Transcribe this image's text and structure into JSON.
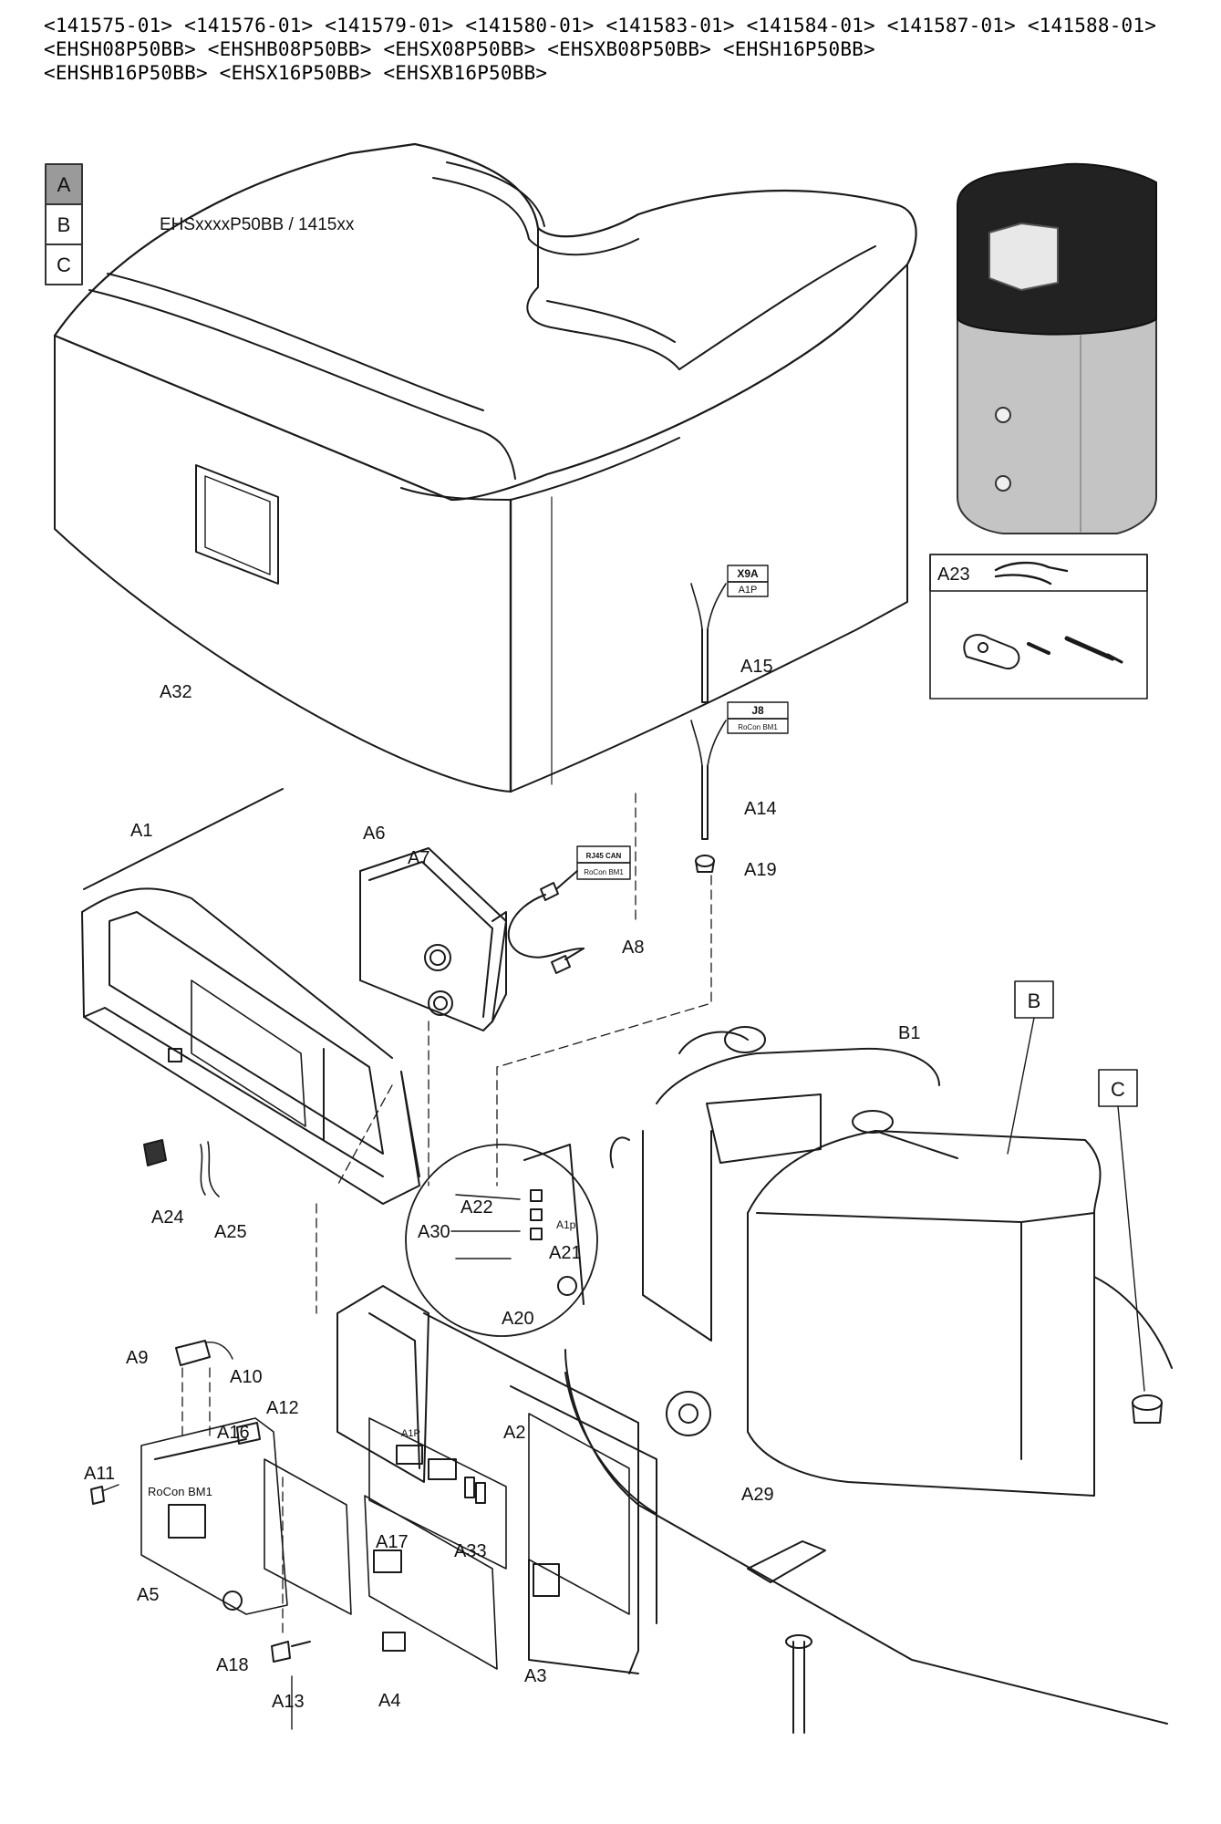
{
  "header": {
    "line1": "<141575-01> <141576-01> <141579-01> <141580-01> <141583-01> <141584-01> <141587-01> <141588-01>",
    "line2": "<EHSH08P50BB> <EHSHB08P50BB> <EHSX08P50BB> <EHSXB08P50BB> <EHSH16P50BB>",
    "line3": "<EHSHB16P50BB> <EHSX16P50BB> <EHSXB16P50BB>"
  },
  "variant_tabs": [
    "A",
    "B",
    "C"
  ],
  "model_label": "EHSxxxxP50BB / 1415xx",
  "callout_boxes": {
    "b": "B",
    "c": "C",
    "x9a_top": "X9A",
    "x9a_bottom": "A1P",
    "j8_top": "J8",
    "j8_bottom": "RoCon BM1",
    "rj45_top": "RJ45 CAN",
    "rj45_bottom": "RoCon BM1",
    "a23": "A23"
  },
  "board_text": {
    "rocon": "RoCon BM1",
    "a1p_board": "A1P",
    "a1p_zoom": "A1p"
  },
  "part_labels": {
    "a32": "A32",
    "a1": "A1",
    "a6": "A6",
    "a7": "A7",
    "a8": "A8",
    "a15": "A15",
    "a14": "A14",
    "a19": "A19",
    "b1": "B1",
    "a24": "A24",
    "a25": "A25",
    "a22": "A22",
    "a30": "A30",
    "a21": "A21",
    "a20": "A20",
    "a9": "A9",
    "a10": "A10",
    "a12": "A12",
    "a16": "A16",
    "a11": "A11",
    "a2": "A2",
    "a29": "A29",
    "a17": "A17",
    "a33": "A33",
    "a5": "A5",
    "a18": "A18",
    "a13": "A13",
    "a4": "A4",
    "a3": "A3"
  }
}
